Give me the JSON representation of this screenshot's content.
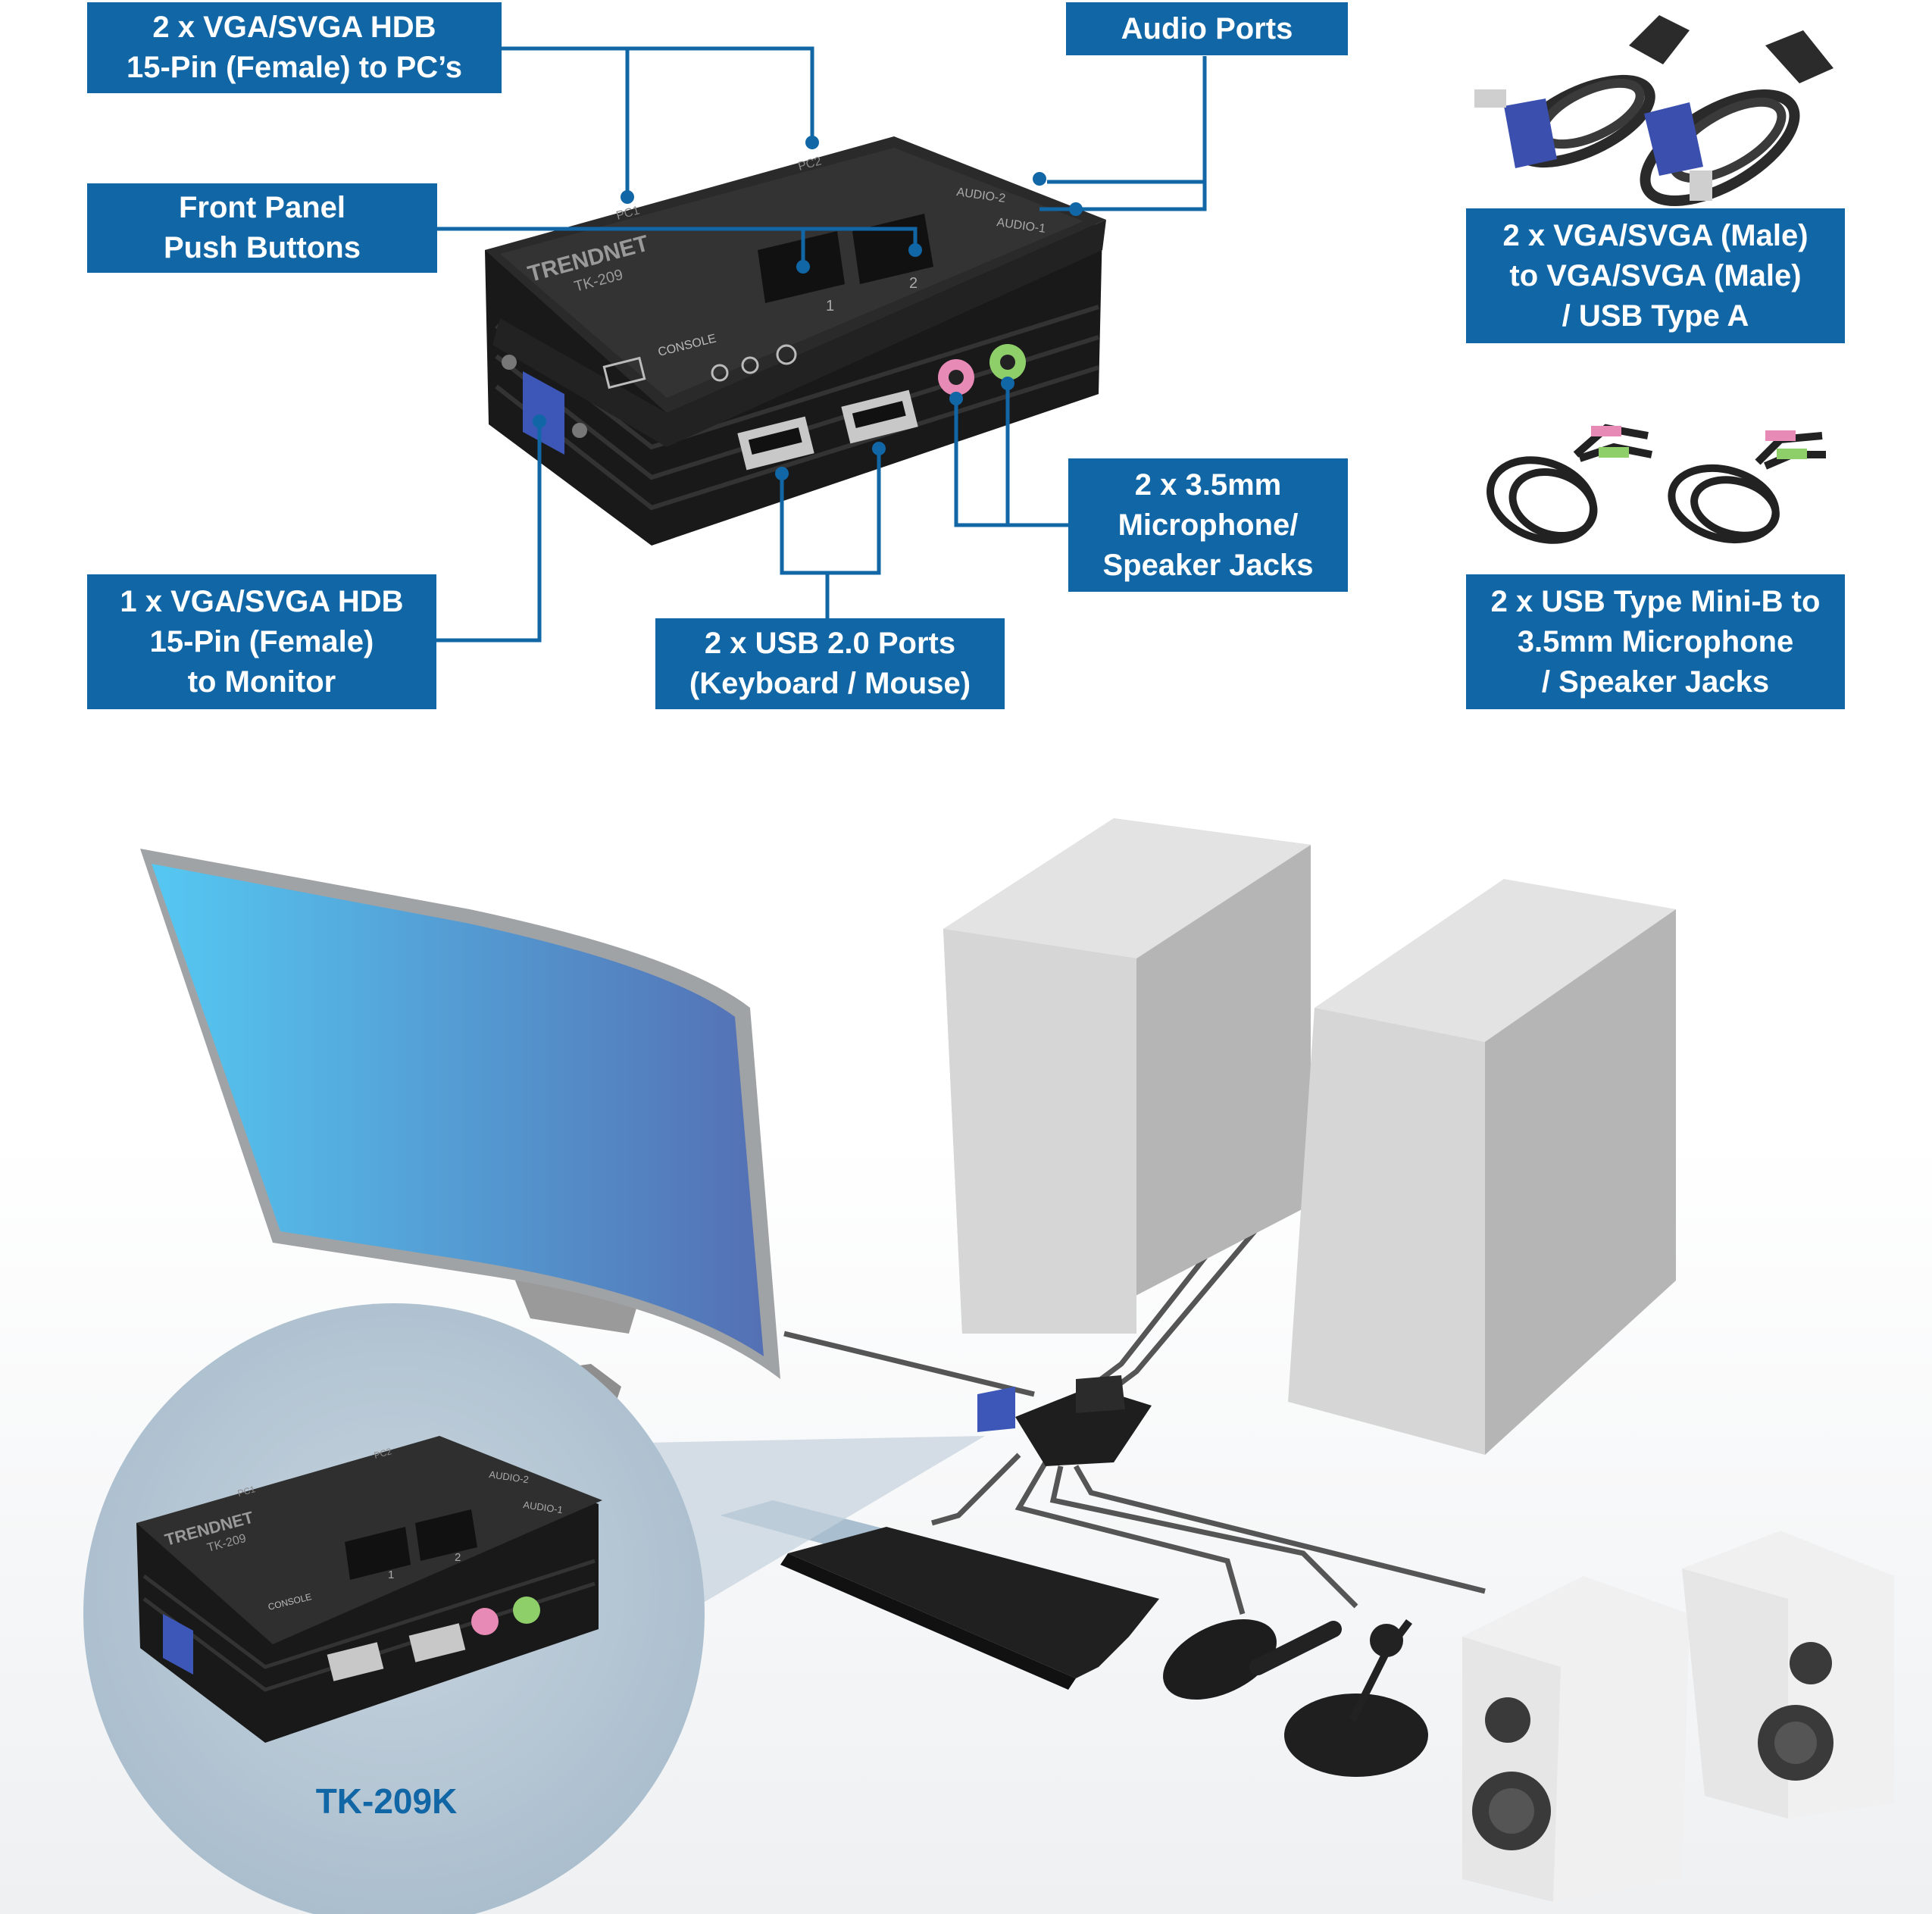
{
  "callouts": {
    "vga_pc": "2 x VGA/SVGA HDB\n15-Pin (Female) to PC’s",
    "audio_ports": "Audio Ports",
    "front_buttons": "Front Panel\nPush Buttons",
    "vga_monitor": "1 x VGA/SVGA HDB\n15-Pin (Female)\nto Monitor",
    "usb_ports": "2 x USB 2.0 Ports\n(Keyboard / Mouse)",
    "jacks": "2 x 3.5mm\nMicrophone/\nSpeaker Jacks",
    "vga_cables": "2 x VGA/SVGA (Male)\nto VGA/SVGA (Male)\n/ USB Type A",
    "audio_cables": "2 x USB Type Mini-B to\n3.5mm Microphone\n/ Speaker Jacks"
  },
  "device": {
    "brand": "TRENDNET",
    "model": "TK-209",
    "button_1": "1",
    "button_2": "2",
    "port_pc1": "PC1",
    "port_pc2": "PC2",
    "audio_1": "AUDIO-1",
    "audio_2": "AUDIO-2",
    "console": "CONSOLE"
  },
  "product_label": "TK-209K",
  "colors": {
    "callout": "#1166a6",
    "line": "#1166a6",
    "device": "#1e1e1e",
    "vga_port": "#3d57b8",
    "mic_jack": "#e88ab6",
    "speaker_jack": "#8fcf6a",
    "screen_light": "#55c8f2",
    "screen_dark": "#5470b4",
    "pc_tower": "#d6d6d6",
    "zoom_circle": "#b3c4d2"
  }
}
